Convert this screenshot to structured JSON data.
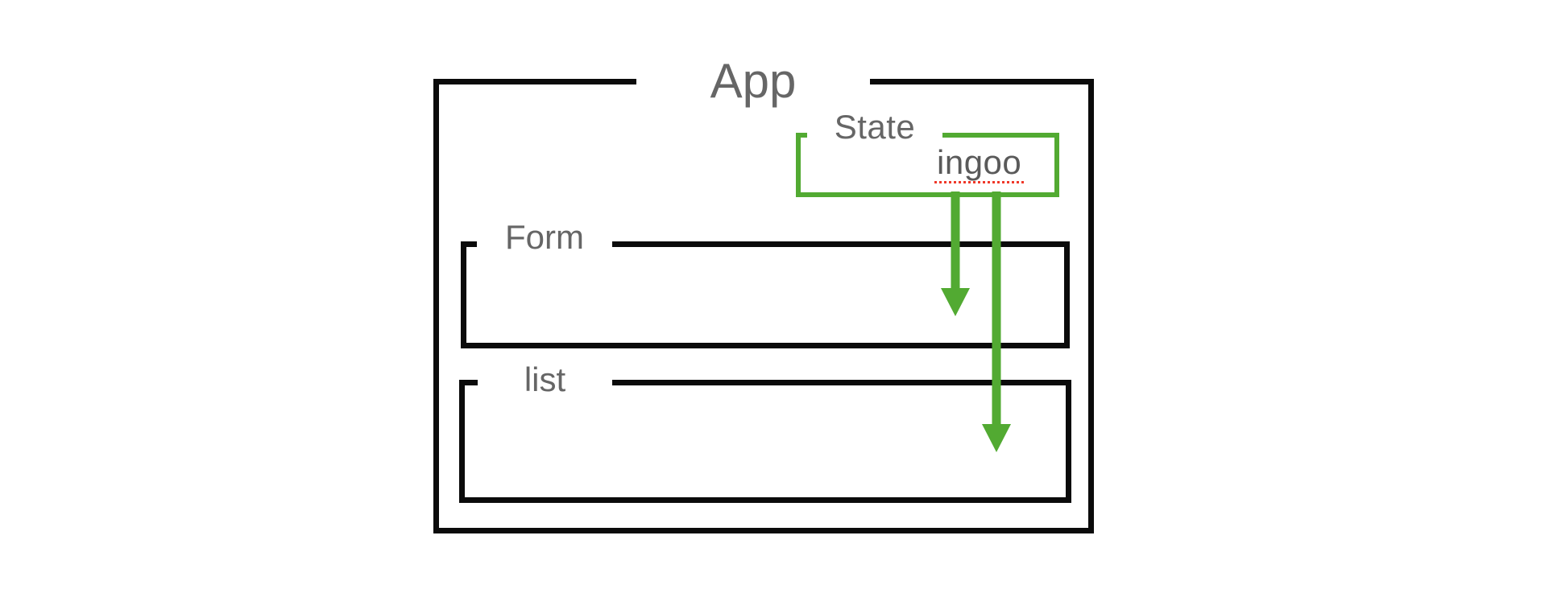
{
  "diagram": {
    "app_label": "App",
    "state": {
      "label": "State",
      "value": "ingoo",
      "value_misspelled": true
    },
    "form": {
      "label": "Form"
    },
    "list": {
      "label": "list"
    },
    "arrows": [
      {
        "from": "State",
        "to": "Form"
      },
      {
        "from": "State",
        "to": "list"
      }
    ],
    "colors": {
      "box_border": "#0b0b0b",
      "accent_green": "#52aa32",
      "label_gray": "#666666",
      "value_gray": "#5a5a5a",
      "spellcheck_red": "#ef3829",
      "background": "#ffffff"
    }
  }
}
